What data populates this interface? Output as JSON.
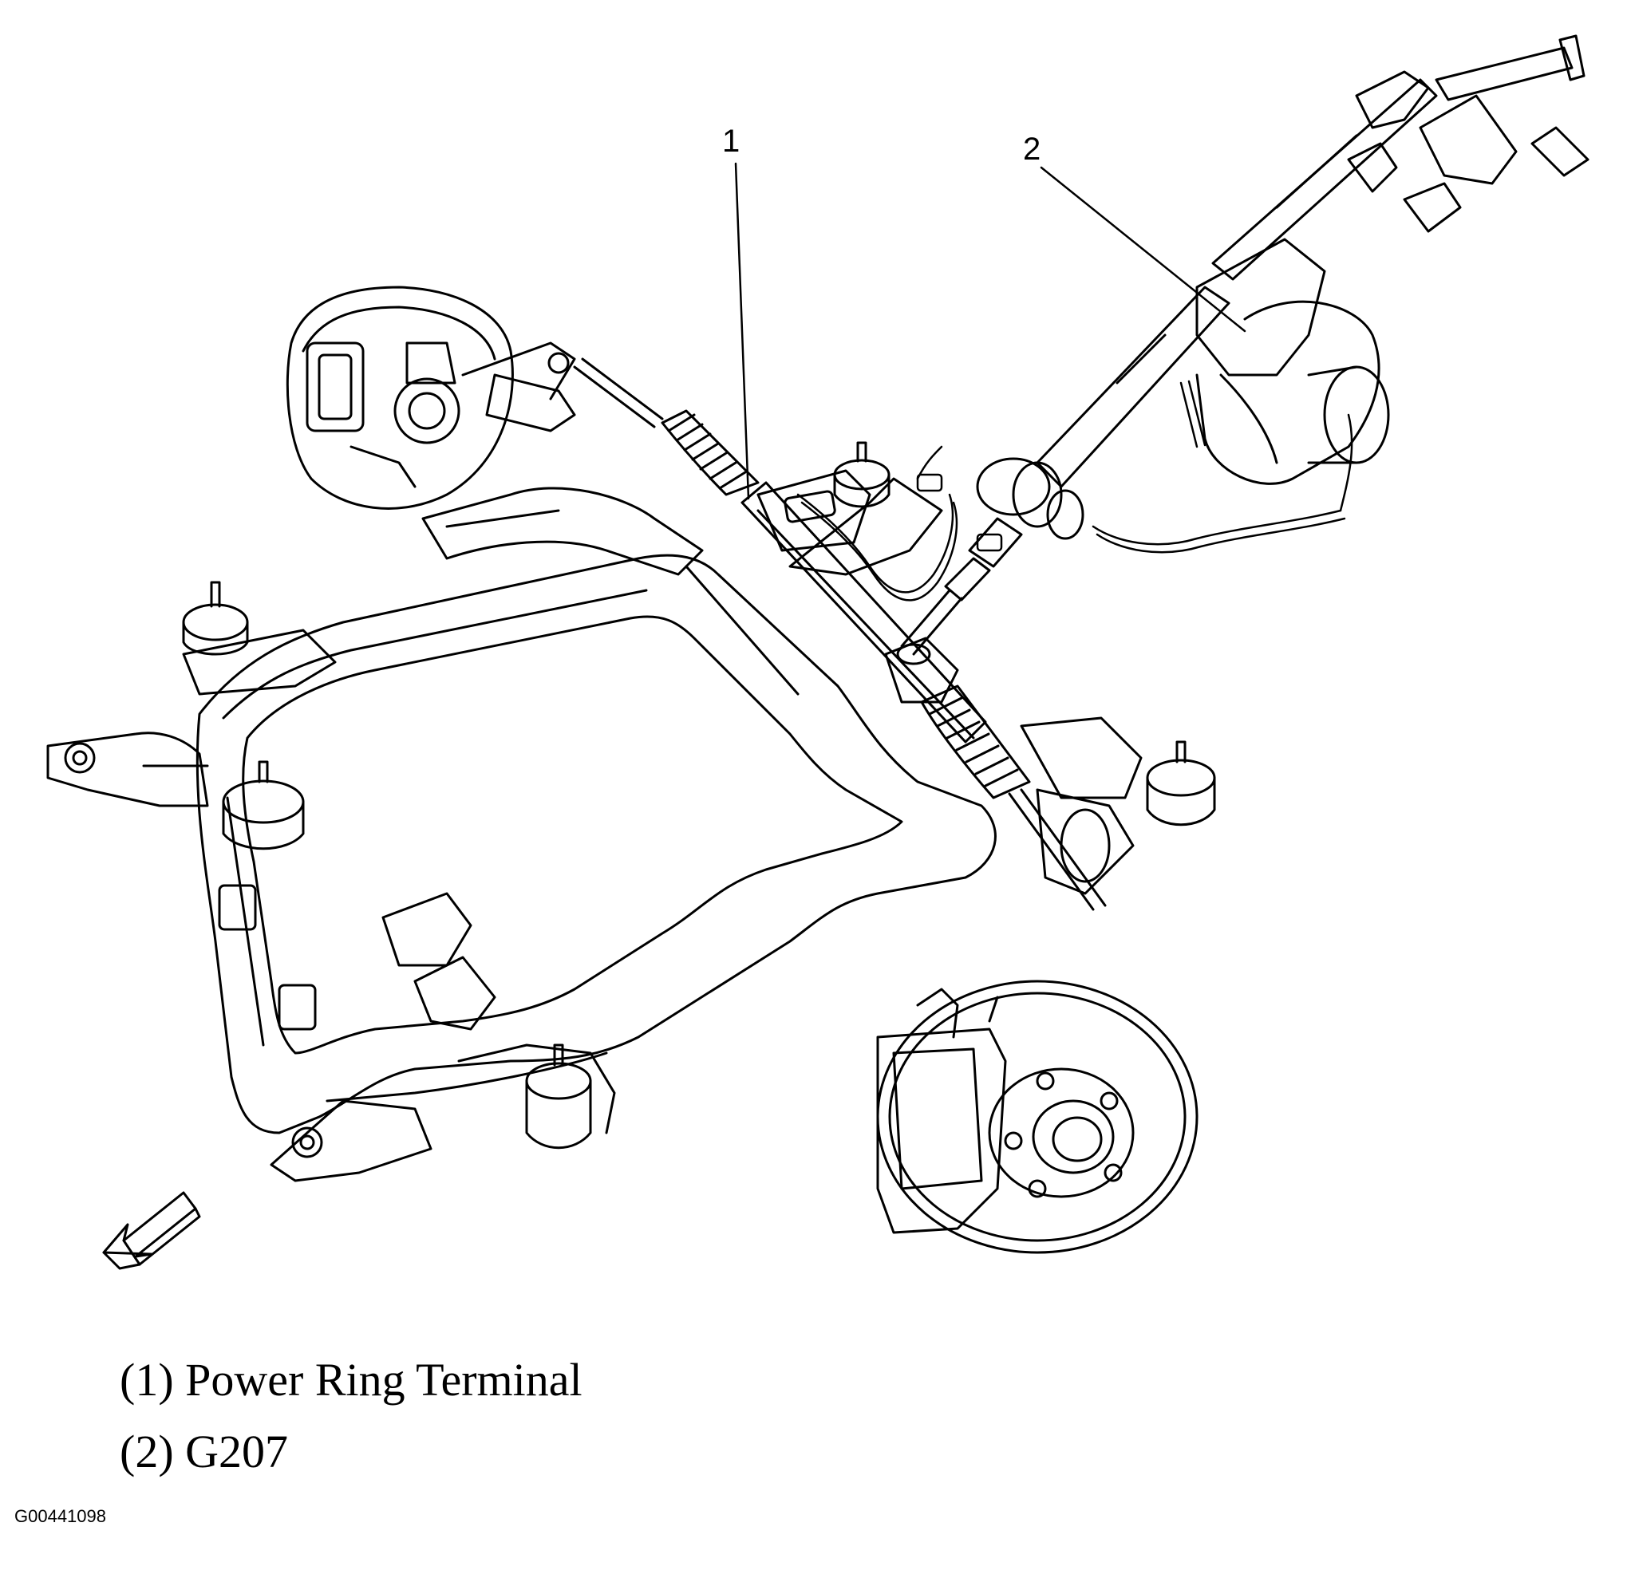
{
  "callouts": [
    {
      "number": "1",
      "label": "Power Ring Terminal"
    },
    {
      "number": "2",
      "label": "G207"
    }
  ],
  "legend": [
    {
      "text": "(1) Power Ring Terminal"
    },
    {
      "text": "(2) G207"
    }
  ],
  "figure_id": "G00441098",
  "icons": [
    "direction-arrow-icon"
  ],
  "colors": {
    "line": "#000000",
    "background": "#ffffff"
  }
}
